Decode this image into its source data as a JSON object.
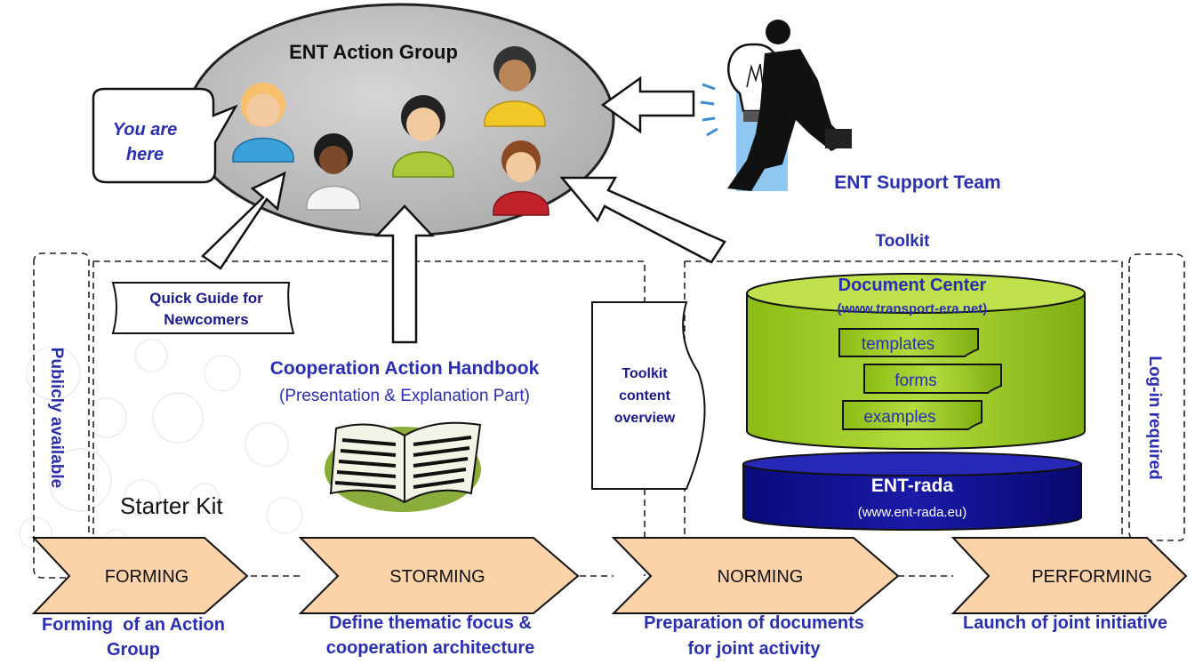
{
  "colors": {
    "accent_blue": "#2a2fb0",
    "ellipse_gray": "#b9b9b9",
    "chevron_fill": "#fcd3a8",
    "db_green": "#96c51e",
    "db_navy": "#0e0e8f"
  },
  "group": {
    "title": "ENT Action Group"
  },
  "callout": {
    "line1": "You are",
    "line2": "here"
  },
  "support": {
    "label": "ENT Support Team"
  },
  "toolkit": {
    "label": "Toolkit"
  },
  "quick_guide": {
    "line1": "Quick Guide for",
    "line2": "Newcomers"
  },
  "handbook": {
    "line1": "Cooperation Action Handbook",
    "line2": "(Presentation & Explanation Part)"
  },
  "toolkit_overview": {
    "line1": "Toolkit",
    "line2": "content",
    "line3": "overview"
  },
  "document_center": {
    "title": "Document Center",
    "url": "(www.transport-era.net)",
    "items": [
      "templates",
      "forms",
      "examples"
    ]
  },
  "ent_rada": {
    "title": "ENT-rada",
    "url": "(www.ent-rada.eu)"
  },
  "side_labels": {
    "left": "Publicly available",
    "right": "Log-in required"
  },
  "starter_kit": {
    "label": "Starter Kit"
  },
  "stages": [
    {
      "name": "FORMING",
      "desc1": "Forming  of an Action",
      "desc2": "Group"
    },
    {
      "name": "STORMING",
      "desc1": "Define thematic focus &",
      "desc2": "cooperation architecture"
    },
    {
      "name": "NORMING",
      "desc1": "Preparation of documents",
      "desc2": "for joint activity"
    },
    {
      "name": "PERFORMING",
      "desc1": "Launch of joint initiative",
      "desc2": ""
    }
  ]
}
